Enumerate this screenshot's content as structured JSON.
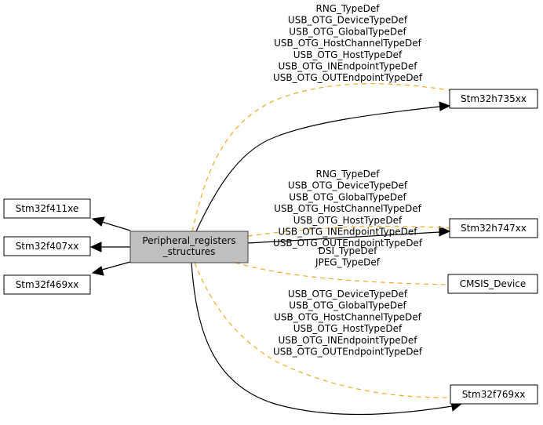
{
  "diagram": {
    "center": {
      "label_lines": [
        "Peripheral_registers",
        "_structures"
      ]
    },
    "left_nodes": [
      {
        "id": "f411",
        "label": "Stm32f411xe"
      },
      {
        "id": "f407",
        "label": "Stm32f407xx"
      },
      {
        "id": "f469",
        "label": "Stm32f469xx"
      }
    ],
    "right_nodes": [
      {
        "id": "h735",
        "label": "Stm32h735xx"
      },
      {
        "id": "h747",
        "label": "Stm32h747xx"
      },
      {
        "id": "cmsis",
        "label": "CMSIS_Device"
      },
      {
        "id": "f769",
        "label": "Stm32f769xx"
      }
    ],
    "edge_labels": {
      "h735": [
        "RNG_TypeDef",
        "USB_OTG_DeviceTypeDef",
        "USB_OTG_GlobalTypeDef",
        "USB_OTG_HostChannelTypeDef",
        "USB_OTG_HostTypeDef",
        "USB_OTG_INEndpointTypeDef",
        "USB_OTG_OUTEndpointTypeDef"
      ],
      "h747": [
        "RNG_TypeDef",
        "USB_OTG_DeviceTypeDef",
        "USB_OTG_GlobalTypeDef",
        "USB_OTG_HostChannelTypeDef",
        "USB_OTG_HostTypeDef",
        "USB_OTG_INEndpointTypeDef",
        "USB_OTG_OUTEndpointTypeDef"
      ],
      "cmsis": [
        "DSI_TypeDef",
        "JPEG_TypeDef"
      ],
      "f769": [
        "USB_OTG_DeviceTypeDef",
        "USB_OTG_GlobalTypeDef",
        "USB_OTG_HostChannelTypeDef",
        "USB_OTG_HostTypeDef",
        "USB_OTG_INEndpointTypeDef",
        "USB_OTG_OUTEndpointTypeDef"
      ]
    },
    "colors": {
      "dashed_edge": "#f5a823",
      "center_fill": "#bfbfbf",
      "solid_edge": "#000000"
    }
  }
}
